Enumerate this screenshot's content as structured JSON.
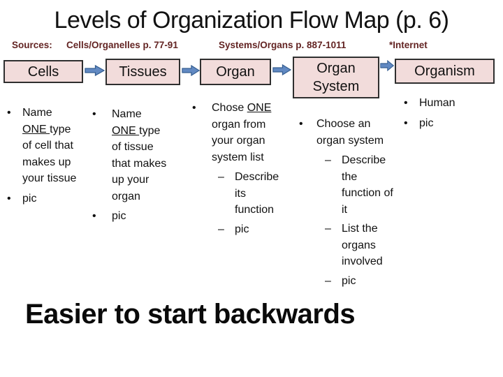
{
  "title": "Levels of Organization Flow Map (p. 6)",
  "sources": {
    "label": "Sources:",
    "items": [
      "Cells/Organelles p. 77-91",
      "Systems/Organs p. 887-1011",
      "*Internet"
    ]
  },
  "markers": {
    "bullet": "•",
    "dash": "–"
  },
  "flow": {
    "boxes": [
      {
        "label": "Cells"
      },
      {
        "label": "Tissues"
      },
      {
        "label": "Organ"
      },
      {
        "label": "Organ\nSystem"
      },
      {
        "label": "Organism"
      }
    ],
    "arrow_icon": "right-block-arrow"
  },
  "columns": [
    {
      "items": [
        {
          "pre": "Name\n",
          "u": "ONE ",
          "post": "type\nof cell that\nmakes up\nyour tissue"
        },
        {
          "text": "pic"
        }
      ]
    },
    {
      "items": [
        {
          "pre": "Name\n",
          "u": "ONE ",
          "post": "type\nof  tissue\nthat makes\nup your\norgan"
        },
        {
          "text": "pic"
        }
      ]
    },
    {
      "items": [
        {
          "pre": "Chose ",
          "u": "ONE",
          "post": "\norgan from\nyour organ\nsystem list"
        }
      ],
      "subitems": [
        "Describe\nits\nfunction",
        "pic"
      ]
    },
    {
      "items": [
        {
          "text": "Choose an\norgan system"
        }
      ],
      "subitems": [
        "Describe the\nfunction of it",
        "List the\norgans\ninvolved",
        "pic"
      ]
    },
    {
      "items": [
        {
          "text": "Human"
        },
        {
          "text": "pic"
        }
      ]
    }
  ],
  "footer": "Easier to start backwards",
  "colors": {
    "box_fill": "#f2dcdb",
    "box_border": "#2f2f2f",
    "arrow_fill": "#6189c2",
    "arrow_border": "#365f91",
    "sources_text": "#632423",
    "title_text": "#111111"
  }
}
